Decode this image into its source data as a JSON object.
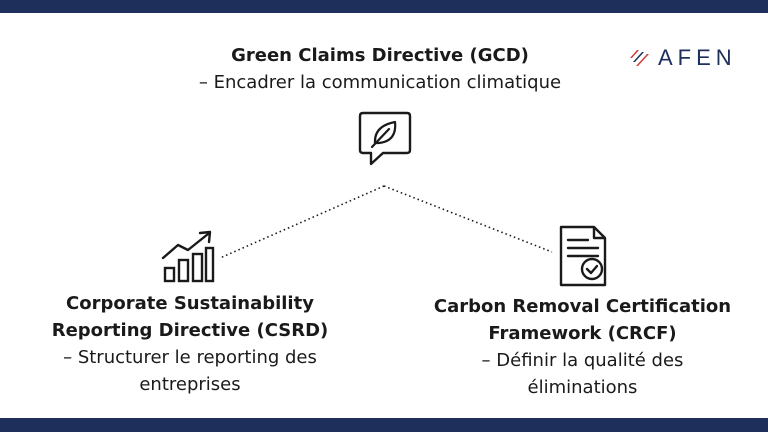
{
  "colors": {
    "band": "#1e2f5c",
    "logo_text": "#1e2f5c",
    "logo_red": "#d23a3a",
    "logo_blue": "#1e2f5c",
    "ink": "#1a1a1a"
  },
  "logo": {
    "text": "AFEN"
  },
  "gcd": {
    "title": "Green Claims Directive (GCD)",
    "subtitle": "– Encadrer la communication climatique",
    "icon": "speech-bubble-leaf-icon"
  },
  "csrd": {
    "title_line1": "Corporate Sustainability",
    "title_line2": "Reporting Directive (CSRD)",
    "subtitle_line1": "– Structurer le reporting des",
    "subtitle_line2": "entreprises",
    "icon": "bar-chart-growth-icon"
  },
  "crcf": {
    "title_line1": "Carbon Removal Certification",
    "title_line2": "Framework (CRCF)",
    "subtitle_line1": "– Définir la qualité des",
    "subtitle_line2": "éliminations",
    "icon": "certificate-document-icon"
  }
}
